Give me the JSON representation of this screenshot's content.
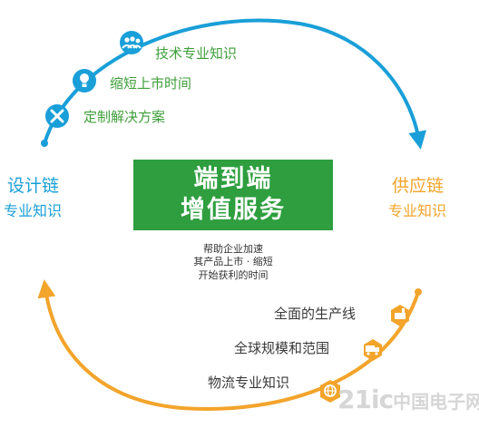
{
  "colors": {
    "blue": "#1a9fd8",
    "orange": "#f3a42b",
    "green": "#2e9e3f",
    "dark_text": "#3a3a3a"
  },
  "center": {
    "title_line1": "端到端",
    "title_line2": "增值服务",
    "desc_line1": "帮助企业加速",
    "desc_line2": "其产品上市 · 缩短",
    "desc_line3": "开始获利的时间"
  },
  "left": {
    "title": "设计链",
    "subtitle": "专业知识"
  },
  "right": {
    "title": "供应链",
    "subtitle": "专业知识"
  },
  "top_items": [
    {
      "label": "技术专业知识",
      "icon": "people-icon"
    },
    {
      "label": "缩短上市时间",
      "icon": "lightbulb-icon"
    },
    {
      "label": "定制解决方案",
      "icon": "tools-icon"
    }
  ],
  "bottom_items": [
    {
      "label": "全面的生产线",
      "icon": "factory-icon"
    },
    {
      "label": "全球规模和范围",
      "icon": "truck-icon"
    },
    {
      "label": "物流专业知识",
      "icon": "globe-icon"
    }
  ],
  "watermark": {
    "latin": "21ic",
    "cn": "中国电子网"
  }
}
